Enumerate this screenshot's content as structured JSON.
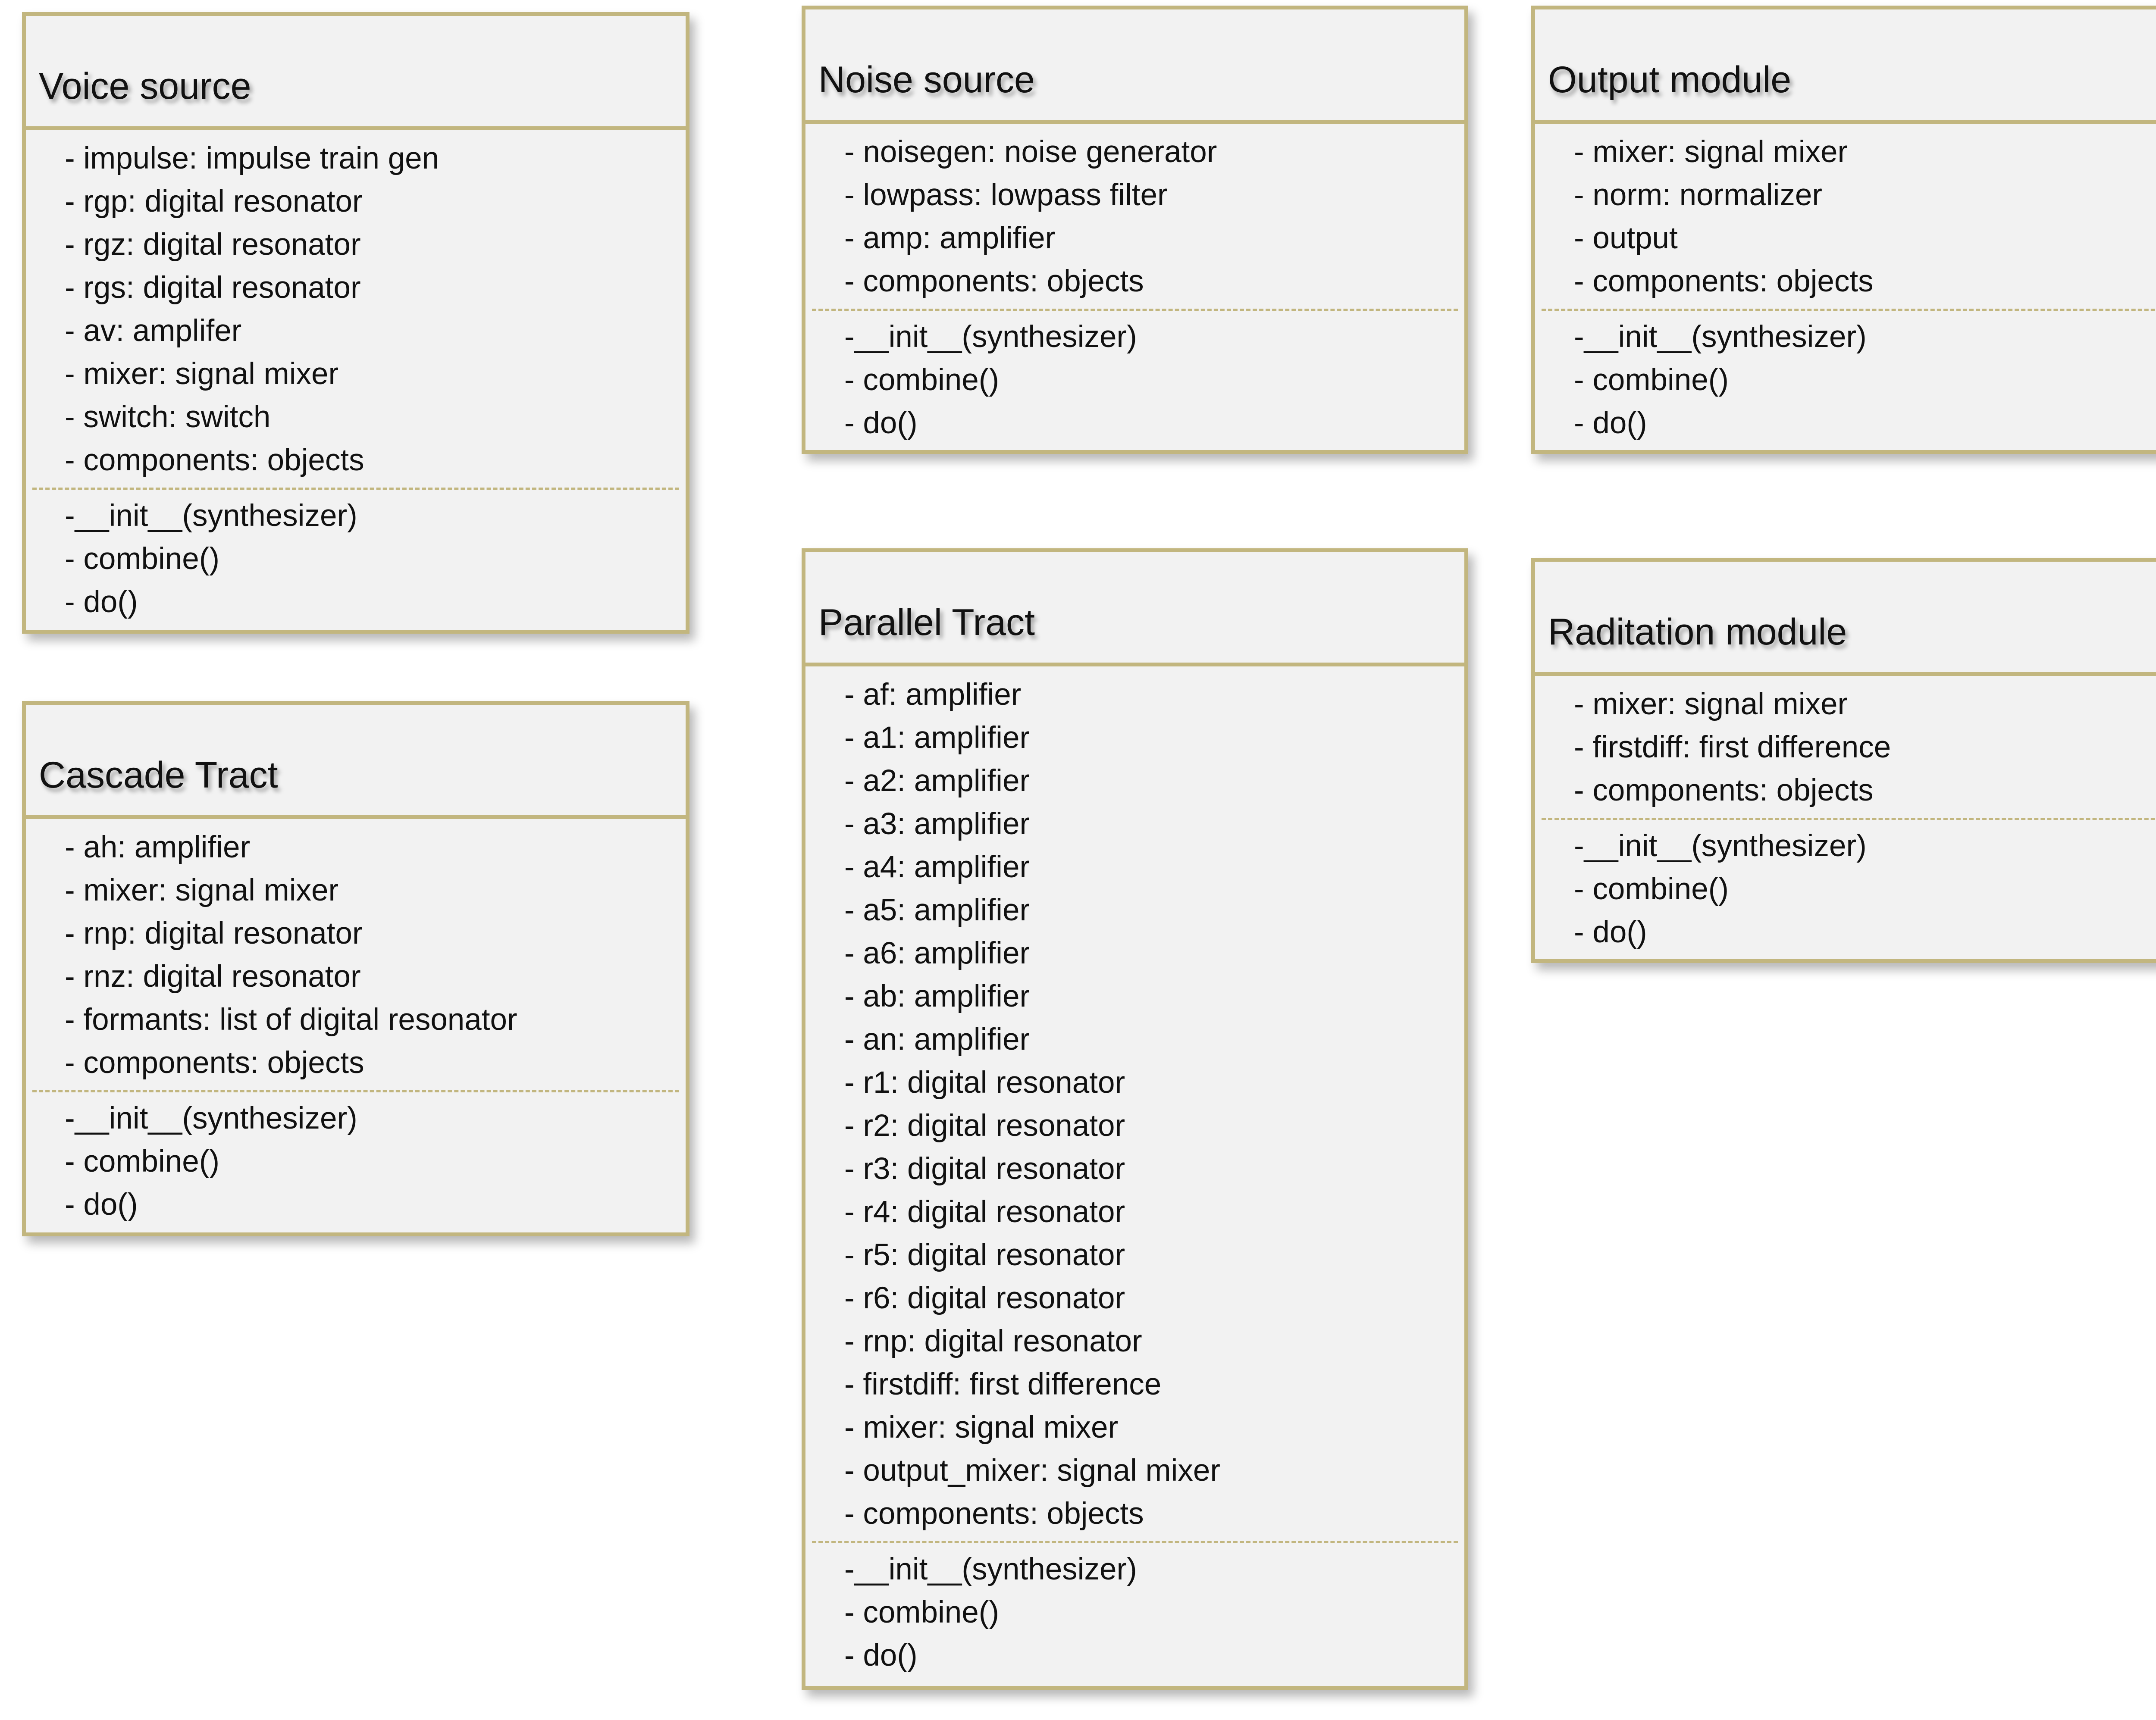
{
  "classes": {
    "voice": {
      "title": "Voice source",
      "attributes": [
        "- impulse: impulse train gen",
        "- rgp: digital resonator",
        "- rgz: digital resonator",
        "- rgs: digital resonator",
        "- av: amplifer",
        "- mixer: signal mixer",
        "- switch: switch",
        "- components: objects"
      ],
      "methods": [
        "-__init__(synthesizer)",
        "- combine()",
        "- do()"
      ]
    },
    "cascade": {
      "title": "Cascade Tract",
      "attributes": [
        "- ah: amplifier",
        "- mixer: signal mixer",
        "- rnp: digital resonator",
        "- rnz: digital resonator",
        "- formants: list of digital resonator",
        "- components: objects"
      ],
      "methods": [
        "-__init__(synthesizer)",
        "- combine()",
        "- do()"
      ]
    },
    "noise": {
      "title": "Noise source",
      "attributes": [
        "- noisegen: noise generator",
        "- lowpass: lowpass filter",
        "- amp: amplifier",
        "- components: objects"
      ],
      "methods": [
        "-__init__(synthesizer)",
        "- combine()",
        "- do()"
      ]
    },
    "parallel": {
      "title": "Parallel Tract",
      "attributes": [
        "- af: amplifier",
        "- a1: amplifier",
        "- a2: amplifier",
        "- a3: amplifier",
        "- a4: amplifier",
        "- a5: amplifier",
        "- a6: amplifier",
        "- ab: amplifier",
        "- an: amplifier",
        "- r1: digital resonator",
        "- r2: digital resonator",
        "- r3: digital resonator",
        "- r4: digital resonator",
        "- r5: digital resonator",
        "- r6: digital resonator",
        "- rnp: digital resonator",
        "- firstdiff: first difference",
        "- mixer: signal mixer",
        "- output_mixer: signal mixer",
        "- components: objects"
      ],
      "methods": [
        "-__init__(synthesizer)",
        "- combine()",
        "- do()"
      ]
    },
    "output": {
      "title": "Output module",
      "attributes": [
        "- mixer: signal mixer",
        "- norm: normalizer",
        "- output",
        "- components: objects"
      ],
      "methods": [
        "-__init__(synthesizer)",
        "- combine()",
        "- do()"
      ]
    },
    "radiation": {
      "title": "Raditation module",
      "attributes": [
        "- mixer: signal mixer",
        "- firstdiff: first difference",
        "- components: objects"
      ],
      "methods": [
        "-__init__(synthesizer)",
        "- combine()",
        "- do()"
      ]
    }
  },
  "colors": {
    "border": "#c2b67f",
    "box_fill": "#f2f2f2",
    "text": "#111111"
  }
}
